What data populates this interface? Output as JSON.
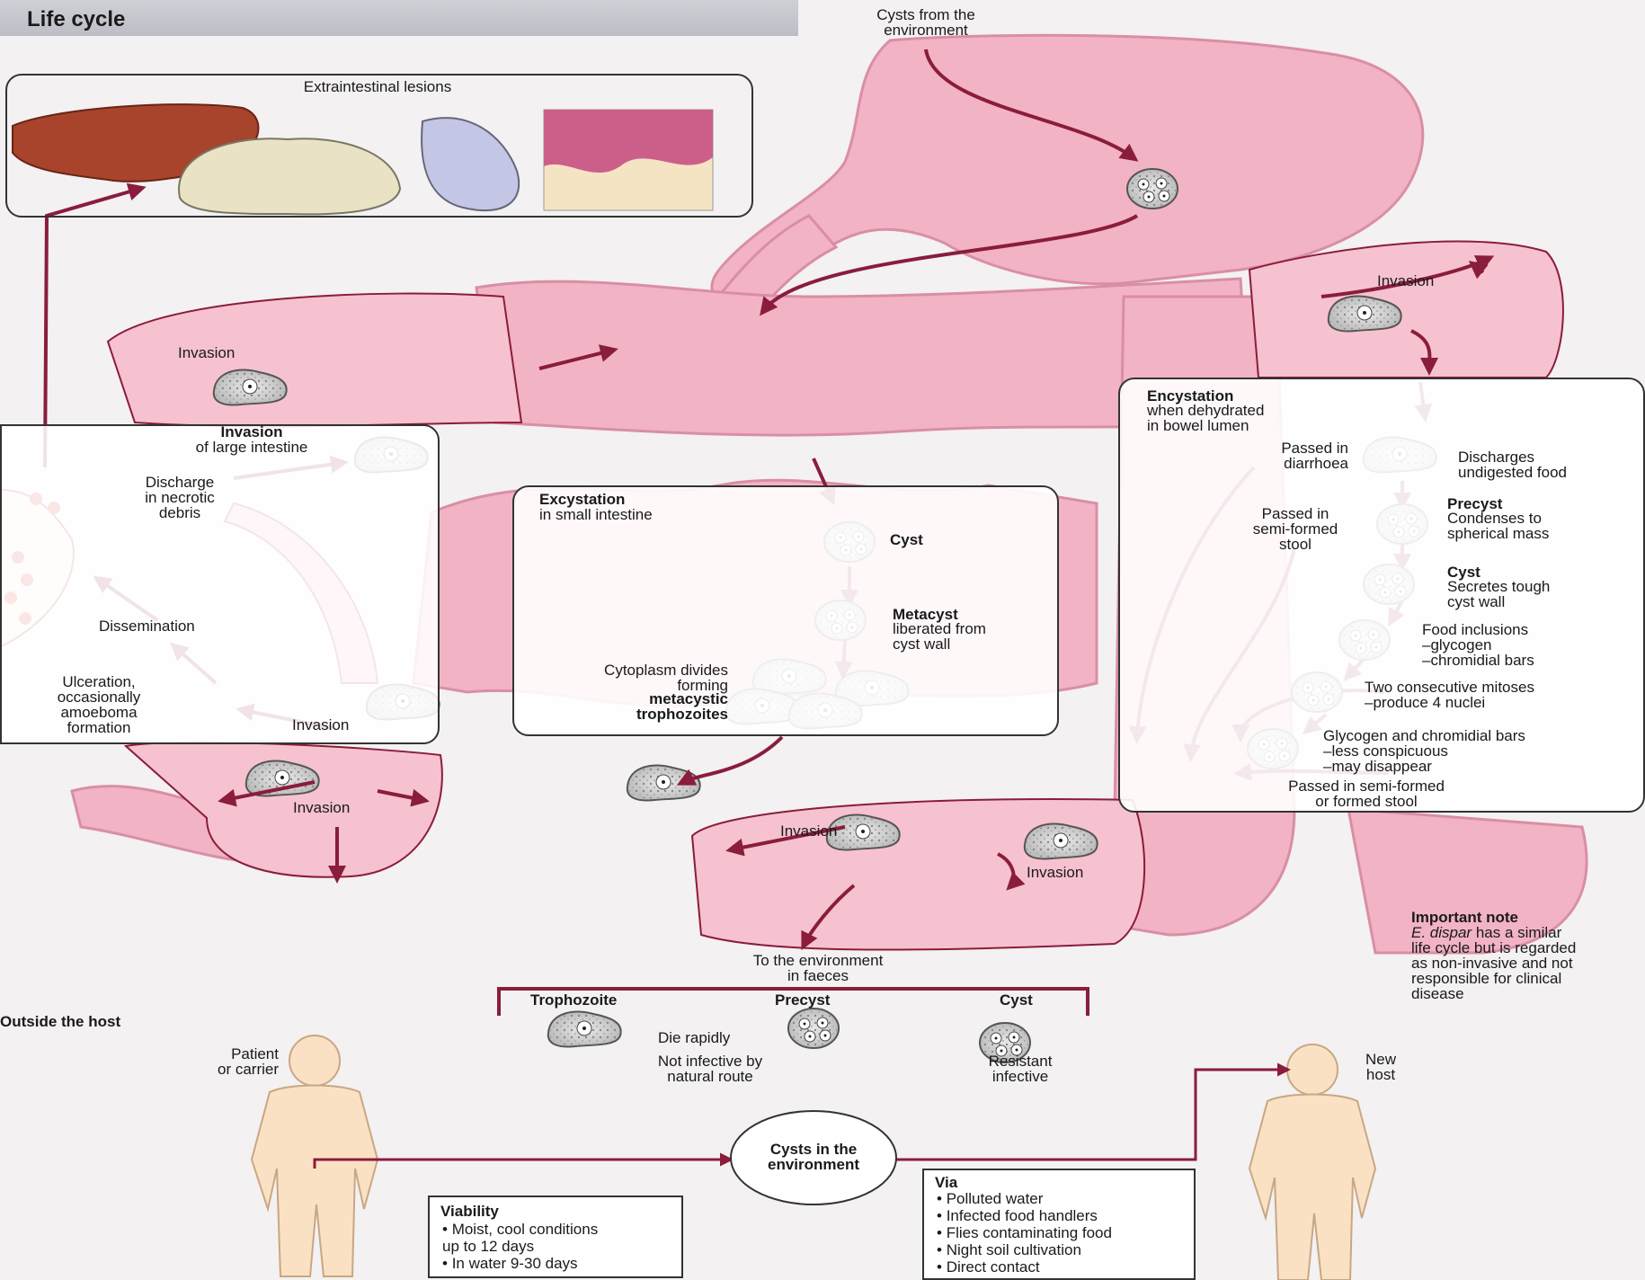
{
  "title": "Life cycle",
  "top": {
    "cysts_env": "Cysts from the\nenvironment"
  },
  "extraintestinal": {
    "heading": "Extraintestinal lesions"
  },
  "invasion_box": {
    "heading_bold": "Invasion",
    "heading_sub": "of large intestine",
    "discharge": "Discharge\nin necrotic\ndebris",
    "dissemination": "Dissemination",
    "ulceration": "Ulceration,\noccasionally\namoeboma\nformation",
    "invasion": "Invasion"
  },
  "colon_labels": {
    "invasion_left": "Invasion",
    "invasion_right": "Invasion",
    "invasion_bottom_left": "Invasion",
    "invasion_bottom_mid": "Invasion",
    "invasion_bottom_right": "Invasion"
  },
  "excystation_box": {
    "heading_bold": "Excystation",
    "heading_sub": "in small intestine",
    "cyst": "Cyst",
    "metacyst": "Metacyst",
    "metacyst_desc": "liberated from\ncyst wall",
    "cytoplasm": "Cytoplasm divides\nforming",
    "metacystic": "metacystic\ntrophozoites"
  },
  "encystation_box": {
    "heading_bold": "Encystation",
    "heading_sub": "when dehydrated\nin bowel lumen",
    "passed_diarrhoea": "Passed in\ndiarrhoea",
    "discharges": "Discharges\nundigested food",
    "precyst": "Precyst",
    "precyst_desc": "Condenses to\nspherical mass",
    "passed_semi": "Passed in\nsemi-formed\nstool",
    "cyst": "Cyst",
    "cyst_desc": "Secretes tough\ncyst wall",
    "food_incl": "Food inclusions\n–glycogen\n–chromidial bars",
    "mitoses": "Two consecutive mitoses\n–produce 4 nuclei",
    "glycogen": "Glycogen and chromidial bars\n–less conspicuous\n–may disappear",
    "passed_formed": "Passed in semi-formed\nor formed stool"
  },
  "important": {
    "heading": "Important note",
    "species": "E. dispar",
    "text": " has a similar\nlife cycle but is regarded\nas non-invasive and not\nresponsible for clinical\ndisease"
  },
  "environment": {
    "to_env": "To the environment\nin faeces",
    "trophozoite": "Trophozoite",
    "precyst": "Precyst",
    "cyst": "Cyst",
    "die": "Die rapidly",
    "not_infective": "Not infective by\nnatural route",
    "resistant": "Resistant\ninfective"
  },
  "outside": {
    "heading": "Outside the host",
    "patient": "Patient\nor carrier",
    "cysts_env": "Cysts in the\nenvironment",
    "new_host": "New\nhost"
  },
  "viability": {
    "heading": "Viability",
    "items": [
      "Moist, cool conditions\nup to 12 days",
      "In water 9-30 days"
    ]
  },
  "via": {
    "heading": "Via",
    "items": [
      "Polluted water",
      "Infected food handlers",
      "Flies contaminating food",
      "Night soil cultivation",
      "Direct contact"
    ]
  },
  "colors": {
    "gut": "#f2b3c4",
    "gut_dark": "#c97792",
    "arrow": "#8a1c3c",
    "liver": "#a8432c",
    "lung": "#c4c6e6",
    "skin": "#fbe1c4"
  }
}
